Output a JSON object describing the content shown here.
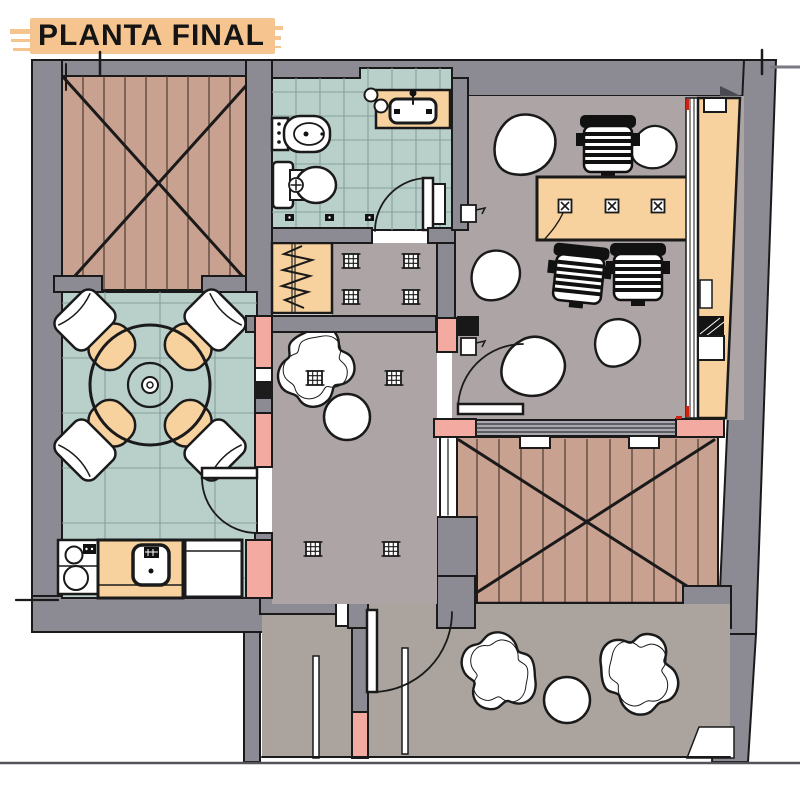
{
  "title": "PLANTA FINAL",
  "palette": {
    "highlight": "#f5c48f",
    "wall": "#8c8b94",
    "partition": "#f3aba1",
    "wood": "#c9a191",
    "wood-line": "#4d3b31",
    "tile": "#b9cfc9",
    "tile-line": "#87a09c",
    "floor": "#aca4a5",
    "patio": "#aba49e",
    "orange": "#f7d19e",
    "glass": "#a9a8b0",
    "ink": "#1a1a1a",
    "red": "#cc2211"
  },
  "objects": {
    "rooms": [
      "terrace-deck-top-left",
      "bathroom",
      "office-studio",
      "dining-room",
      "kitchen",
      "dressing-hall",
      "closet",
      "central-hall",
      "wood-deck-bottom-right",
      "patio"
    ],
    "fixtures": [
      "round-dining-table",
      "dining-chairs",
      "office-desk",
      "desk-grommets",
      "office-chairs",
      "window-counter",
      "bidet",
      "toilet",
      "bathroom-sink-counter",
      "soap-dishes",
      "kitchen-sink",
      "stove",
      "refrigerator",
      "wardrobe-rail",
      "beanbag-poufs",
      "stepping-stones",
      "potted-plant",
      "floor-light-symbols",
      "wall-switches",
      "door-swings"
    ]
  }
}
